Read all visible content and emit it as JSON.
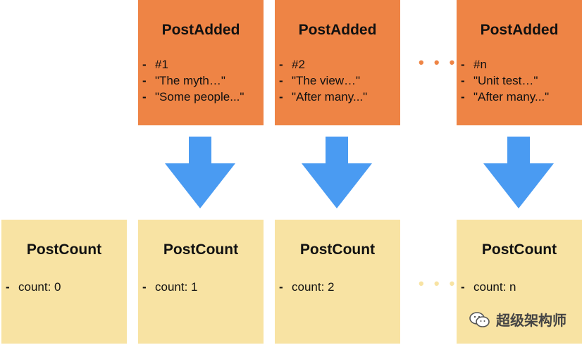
{
  "events": [
    {
      "title": "PostAdded",
      "items": [
        "#1",
        "\"The myth…\"",
        "\"Some people...\""
      ]
    },
    {
      "title": "PostAdded",
      "items": [
        "#2",
        "\"The view…\"",
        "\"After many...\""
      ]
    },
    {
      "title": "PostAdded",
      "items": [
        "#n",
        "\"Unit test…\"",
        "\"After many...\""
      ]
    }
  ],
  "counts": [
    {
      "title": "PostCount",
      "items": [
        "count: 0"
      ]
    },
    {
      "title": "PostCount",
      "items": [
        "count: 1"
      ]
    },
    {
      "title": "PostCount",
      "items": [
        "count: 2"
      ]
    },
    {
      "title": "PostCount",
      "items": [
        "count: n"
      ]
    }
  ],
  "ellipsis": {
    "top": "• • •",
    "bottom": "• • •"
  },
  "watermark": {
    "text": "超级架构师",
    "icon": "wechat-icon"
  },
  "colors": {
    "event_box": "#ee8445",
    "count_box": "#f8e3a3",
    "arrow": "#4a9bf2",
    "ellipsis_top": "#ee8445",
    "ellipsis_bottom": "#f8e3a3"
  }
}
